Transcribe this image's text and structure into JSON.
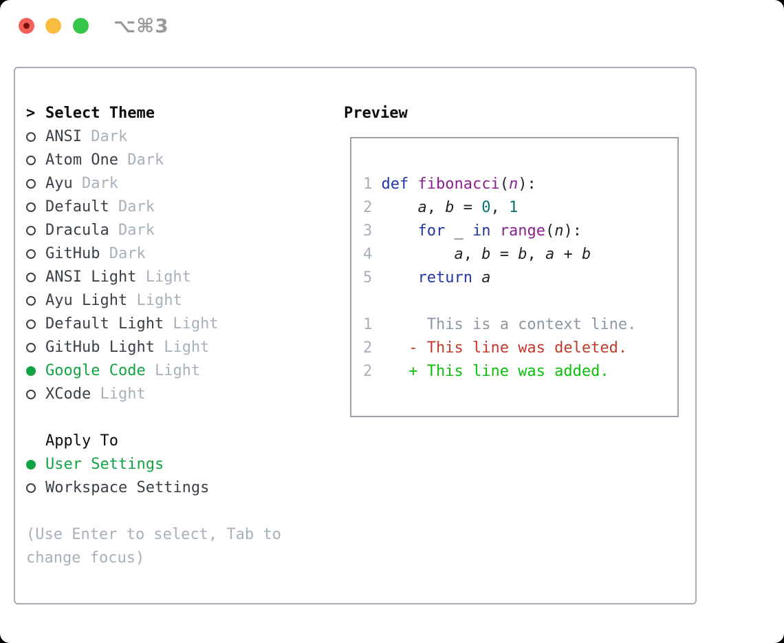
{
  "titlebar": {
    "shortcut": "⌥⌘3",
    "buttons": [
      {
        "name": "close-button",
        "color": "#f3605a"
      },
      {
        "name": "minimize-button",
        "color": "#f8bd3f"
      },
      {
        "name": "zoom-button",
        "color": "#36c64a"
      }
    ]
  },
  "theme_panel": {
    "header": {
      "marker": ">",
      "label": "Select Theme"
    },
    "themes": [
      {
        "name": "ANSI",
        "variant": "Dark",
        "selected": false
      },
      {
        "name": "Atom One",
        "variant": "Dark",
        "selected": false
      },
      {
        "name": "Ayu",
        "variant": "Dark",
        "selected": false
      },
      {
        "name": "Default",
        "variant": "Dark",
        "selected": false
      },
      {
        "name": "Dracula",
        "variant": "Dark",
        "selected": false
      },
      {
        "name": "GitHub",
        "variant": "Dark",
        "selected": false
      },
      {
        "name": "ANSI Light",
        "variant": "Light",
        "selected": false
      },
      {
        "name": "Ayu Light",
        "variant": "Light",
        "selected": false
      },
      {
        "name": "Default Light",
        "variant": "Light",
        "selected": false
      },
      {
        "name": "GitHub Light",
        "variant": "Light",
        "selected": false
      },
      {
        "name": "Google Code",
        "variant": "Light",
        "selected": true
      },
      {
        "name": "XCode",
        "variant": "Light",
        "selected": false
      }
    ],
    "apply_to": {
      "label": "Apply To",
      "options": [
        {
          "name": "User Settings",
          "selected": true
        },
        {
          "name": "Workspace Settings",
          "selected": false
        }
      ]
    },
    "hint": "(Use Enter to select, Tab to change focus)"
  },
  "preview": {
    "label": "Preview",
    "lines": [
      [
        {
          "t": "1 ",
          "c": "ln"
        },
        {
          "t": "def",
          "c": "kw"
        },
        {
          "t": " ",
          "c": "pl"
        },
        {
          "t": "fibonacci",
          "c": "fn"
        },
        {
          "t": "(",
          "c": "pl"
        },
        {
          "t": "n",
          "c": "pm"
        },
        {
          "t": "):",
          "c": "pl"
        }
      ],
      [
        {
          "t": "2 ",
          "c": "ln"
        },
        {
          "t": "    ",
          "c": "pl"
        },
        {
          "t": "a",
          "c": "vr"
        },
        {
          "t": ", ",
          "c": "pl"
        },
        {
          "t": "b",
          "c": "vr"
        },
        {
          "t": " = ",
          "c": "pl"
        },
        {
          "t": "0",
          "c": "nm"
        },
        {
          "t": ", ",
          "c": "pl"
        },
        {
          "t": "1",
          "c": "nm"
        }
      ],
      [
        {
          "t": "3 ",
          "c": "ln"
        },
        {
          "t": "    ",
          "c": "pl"
        },
        {
          "t": "for",
          "c": "kw"
        },
        {
          "t": " _ ",
          "c": "pl"
        },
        {
          "t": "in",
          "c": "kw"
        },
        {
          "t": " ",
          "c": "pl"
        },
        {
          "t": "range",
          "c": "fn"
        },
        {
          "t": "(",
          "c": "pl"
        },
        {
          "t": "n",
          "c": "vr"
        },
        {
          "t": "):",
          "c": "pl"
        }
      ],
      [
        {
          "t": "4 ",
          "c": "ln"
        },
        {
          "t": "        ",
          "c": "pl"
        },
        {
          "t": "a",
          "c": "vr"
        },
        {
          "t": ", ",
          "c": "pl"
        },
        {
          "t": "b",
          "c": "vr"
        },
        {
          "t": " = ",
          "c": "pl"
        },
        {
          "t": "b",
          "c": "vr"
        },
        {
          "t": ", ",
          "c": "pl"
        },
        {
          "t": "a",
          "c": "vr"
        },
        {
          "t": " + ",
          "c": "pl"
        },
        {
          "t": "b",
          "c": "vr"
        }
      ],
      [
        {
          "t": "5 ",
          "c": "ln"
        },
        {
          "t": "    ",
          "c": "pl"
        },
        {
          "t": "return",
          "c": "kw"
        },
        {
          "t": " ",
          "c": "pl"
        },
        {
          "t": "a",
          "c": "vr"
        }
      ],
      [],
      [
        {
          "t": "1 ",
          "c": "ln"
        },
        {
          "t": "     ",
          "c": "pl"
        },
        {
          "t": "This is a context line.",
          "c": "ctx"
        }
      ],
      [
        {
          "t": "2 ",
          "c": "ln"
        },
        {
          "t": "   ",
          "c": "pl"
        },
        {
          "t": "- This line was deleted.",
          "c": "del"
        }
      ],
      [
        {
          "t": "2 ",
          "c": "ln"
        },
        {
          "t": "   ",
          "c": "pl"
        },
        {
          "t": "+ This line was added.",
          "c": "add"
        }
      ]
    ]
  },
  "icons": {
    "radio_unselected": "circle-outline",
    "radio_selected": "circle-filled",
    "prompt": ">"
  },
  "colors": {
    "accent_green": "#12a342",
    "muted_gray": "#a8b0bb",
    "name_dark": "#3a4047",
    "keyword_blue": "#2136a5",
    "function_purple": "#8b2190",
    "number_teal": "#0c6f6f",
    "removed_red": "#c5392b",
    "added_green": "#0abf0a",
    "context_gray": "#8e98a2",
    "panel_border": "#a6adb6",
    "traffic_red": "#f3605a",
    "traffic_yellow": "#f8bd3f",
    "traffic_green": "#36c64a"
  }
}
